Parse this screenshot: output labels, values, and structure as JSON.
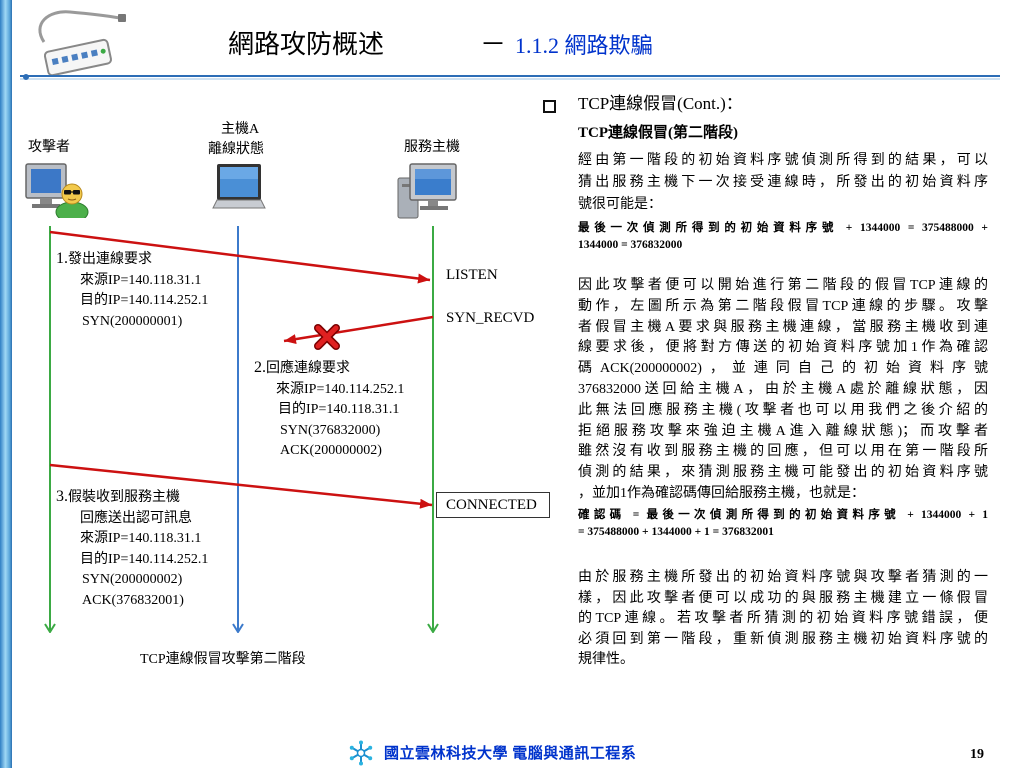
{
  "header": {
    "title": "網路攻防概述",
    "dash": "－",
    "section_number": "1.1.2",
    "section_title": "網路欺騙"
  },
  "diagram": {
    "labels": {
      "attacker": "攻擊者",
      "host_a": "主機A",
      "host_a_state": "離線狀態",
      "server": "服務主機"
    },
    "step1": {
      "number": "1.",
      "title": "發出連線要求",
      "lines": [
        "來源IP=140.118.31.1",
        "目的IP=140.114.252.1",
        "SYN(200000001)"
      ]
    },
    "step2": {
      "number": "2.",
      "title": "回應連線要求",
      "lines": [
        "來源IP=140.114.252.1",
        "目的IP=140.118.31.1",
        "SYN(376832000)",
        "ACK(200000002)"
      ]
    },
    "step3": {
      "number": "3.",
      "title": "假裝收到服務主機",
      "lines": [
        "回應送出認可訊息",
        "來源IP=140.118.31.1",
        "目的IP=140.114.252.1",
        "SYN(200000002)",
        "ACK(376832001)"
      ]
    },
    "states": {
      "listen": "LISTEN",
      "syn_recvd": "SYN_RECVD",
      "connected": "CONNECTED"
    },
    "caption": "TCP連線假冒攻擊第二階段"
  },
  "content": {
    "heading": "TCP連線假冒(Cont.)：",
    "subheading": "TCP連線假冒(第二階段)",
    "para1": [
      "經由第一階段的初始資料序號偵測所得到的結果，可以",
      "猜出服務主機下一次接受連線時，所發出的初始資料序",
      "號很可能是："
    ],
    "formula1": [
      "最後一次偵測所得到的初始資料序號 + 1344000 = 375488000 +",
      "1344000 = 376832000"
    ],
    "para2": [
      "因此攻擊者便可以開始進行第二階段的假冒TCP連線的",
      "動作，左圖所示為第二階段假冒TCP連線的步驟。攻擊",
      "者假冒主機A要求與服務主機連線，當服務主機收到連",
      "線要求後，便將對方傳送的初始資料序號加1作為確認",
      "碼ACK(200000002)，並連同自己的初始資料序號",
      "376832000送回給主機A，由於主機A處於離線狀態，因",
      "此無法回應服務主機(攻擊者也可以用我們之後介紹的",
      "拒絕服務攻擊來強迫主機A進入離線狀態)；而攻擊者",
      "雖然沒有收到服務主機的回應，但可以用在第一階段所",
      "偵測的結果，來猜測服務主機可能發出的初始資料序號",
      "，並加1作為確認碼傳回給服務主機，也就是："
    ],
    "formula2": [
      "確認碼 = 最後一次偵測所得到的初始資料序號 + 1344000 + 1",
      "= 375488000 + 1344000 + 1 = 376832001"
    ],
    "para3": [
      "由於服務主機所發出的初始資料序號與攻擊者猜測的一",
      "樣，因此攻擊者便可以成功的與服務主機建立一條假冒",
      "的TCP連線。若攻擊者所猜測的初始資料序號錯誤，便",
      "必須回到第一階段，重新偵測服務主機初始資料序號的",
      "規律性。"
    ]
  },
  "footer": {
    "school": "國立雲林科技大學",
    "department": "電腦與通訊工程系",
    "page": "19"
  },
  "icons": {
    "header": "network-device-icon",
    "attacker": "attacker-computer-icon",
    "host_a": "laptop-icon",
    "server": "desktop-computer-icon",
    "blocked": "red-x-icon",
    "bullet": "hollow-square-bullet-icon",
    "logo": "snowflake-logo-icon"
  },
  "colors": {
    "accent_blue": "#0033CC",
    "rule_blue": "#2C6DB6",
    "arrow_green": "#3BAA44",
    "arrow_blue": "#3C7ACB",
    "arrow_red": "#CC1111"
  }
}
